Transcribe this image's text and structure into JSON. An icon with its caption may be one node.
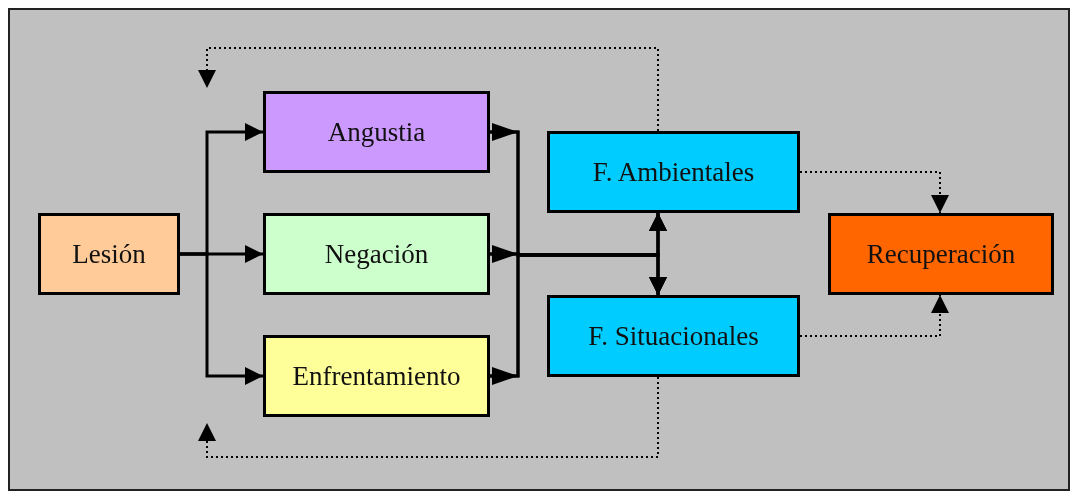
{
  "diagram": {
    "nodes": [
      {
        "text": [
          "Lesión"
        ]
      },
      {
        "text": [
          "Angustia"
        ]
      },
      {
        "text": [
          "Negación"
        ]
      },
      {
        "text": [
          "Enfrentamiento"
        ]
      },
      {
        "text": [
          "F. Ambientales"
        ]
      },
      {
        "text": [
          "F. Situacionales"
        ]
      },
      {
        "text": [
          "Recuperación"
        ]
      }
    ],
    "edges": [
      {
        "from": 0,
        "to": 1,
        "arrow": "to"
      },
      {
        "from": 0,
        "to": 2,
        "arrow": "to"
      },
      {
        "from": 0,
        "to": 3,
        "arrow": "to"
      },
      {
        "from": 1,
        "to": 4,
        "arrow": "to"
      },
      {
        "from": 1,
        "to": 5,
        "arrow": "to"
      },
      {
        "from": 2,
        "to": 4,
        "arrow": "to"
      },
      {
        "from": 2,
        "to": 5,
        "arrow": "to"
      },
      {
        "from": 3,
        "to": 4,
        "arrow": "to"
      },
      {
        "from": 3,
        "to": 5,
        "arrow": "to"
      },
      {
        "from": 4,
        "to": 6,
        "arrow": "to",
        "style": "dashed"
      },
      {
        "from": 5,
        "to": 6,
        "arrow": "to",
        "style": "dashed"
      },
      {
        "from": 4,
        "to": null,
        "arrow": "to",
        "style": "dashed"
      },
      {
        "from": 5,
        "to": null,
        "arrow": "to",
        "style": "dashed"
      }
    ]
  }
}
